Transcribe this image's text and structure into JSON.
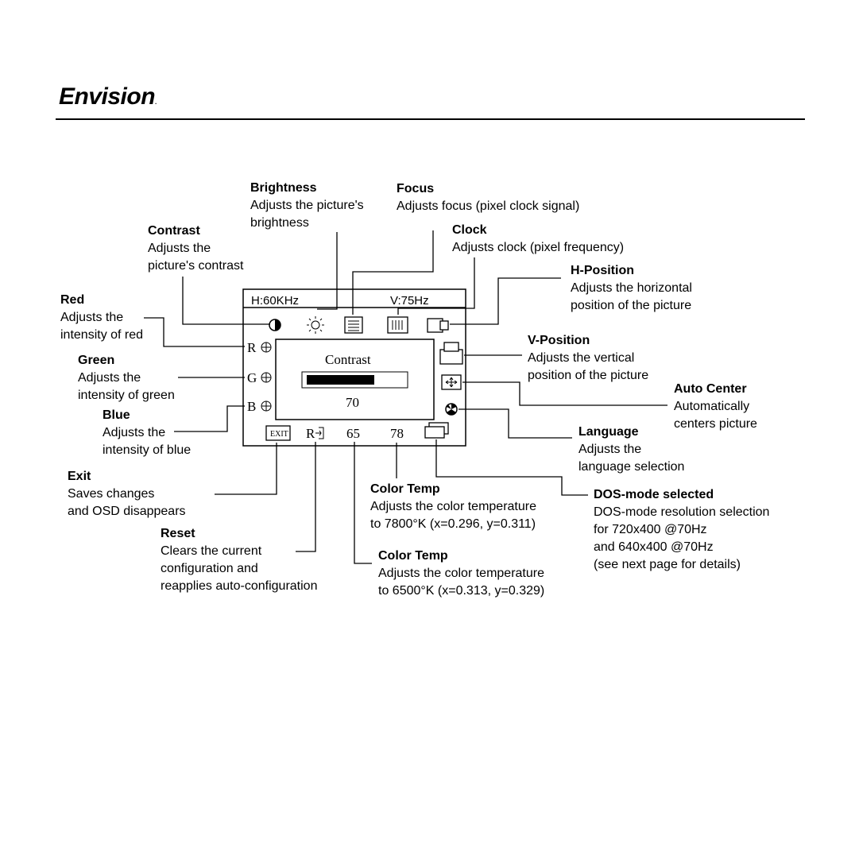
{
  "logo": {
    "text": "Envision",
    "tm": "."
  },
  "osd": {
    "h_freq": "H:60KHz",
    "v_freq": "V:75Hz",
    "panel_title": "Contrast",
    "panel_value": "70",
    "bar_level": 0.68,
    "rgb": [
      "R",
      "G",
      "B"
    ],
    "exit_label": "EXIT",
    "reset_label": "R",
    "temp_65": "65",
    "temp_78": "78"
  },
  "callouts": {
    "brightness": {
      "title": "Brightness",
      "desc": [
        "Adjusts the picture's",
        "brightness"
      ]
    },
    "focus": {
      "title": "Focus",
      "desc": [
        "Adjusts focus (pixel clock signal)"
      ]
    },
    "contrast": {
      "title": "Contrast",
      "desc": [
        "Adjusts the",
        "picture's contrast"
      ]
    },
    "clock": {
      "title": "Clock",
      "desc": [
        "Adjusts clock (pixel frequency)"
      ]
    },
    "hpos": {
      "title": "H-Position",
      "desc": [
        "Adjusts the horizontal",
        "position of the picture"
      ]
    },
    "red": {
      "title": "Red",
      "desc": [
        "Adjusts the",
        "intensity of red"
      ]
    },
    "vpos": {
      "title": "V-Position",
      "desc": [
        "Adjusts the vertical",
        "position of the picture"
      ]
    },
    "green": {
      "title": "Green",
      "desc": [
        "Adjusts the",
        "intensity of green"
      ]
    },
    "autocenter": {
      "title": "Auto Center",
      "desc": [
        "Automatically",
        "centers picture"
      ]
    },
    "blue": {
      "title": "Blue",
      "desc": [
        "Adjusts the",
        "intensity of blue"
      ]
    },
    "language": {
      "title": "Language",
      "desc": [
        "Adjusts the",
        "language selection"
      ]
    },
    "exit": {
      "title": "Exit",
      "desc": [
        "Saves changes",
        "and OSD disappears"
      ]
    },
    "colortemp78": {
      "title": "Color Temp",
      "desc": [
        "Adjusts the color temperature",
        "to 7800°K (x=0.296, y=0.311)"
      ]
    },
    "dosmode": {
      "title": "DOS-mode selected",
      "desc": [
        "DOS-mode resolution selection",
        "for 720x400 @70Hz",
        "and 640x400 @70Hz",
        "(see next page for details)"
      ]
    },
    "reset": {
      "title": "Reset",
      "desc": [
        "Clears the current",
        "configuration and",
        "reapplies auto-configuration"
      ]
    },
    "colortemp65": {
      "title": "Color Temp",
      "desc": [
        "Adjusts the color temperature",
        "to 6500°K (x=0.313, y=0.329)"
      ]
    }
  },
  "icons": {
    "contrast": "contrast-icon",
    "brightness": "brightness-icon",
    "focus": "focus-icon",
    "clock": "clock-icon",
    "hpos": "h-position-icon",
    "vpos": "v-position-icon",
    "autocenter": "auto-center-icon",
    "language": "language-icon",
    "dos": "dos-mode-icon",
    "reset": "reset-icon",
    "rgb": "rgb-adjust-icon"
  }
}
